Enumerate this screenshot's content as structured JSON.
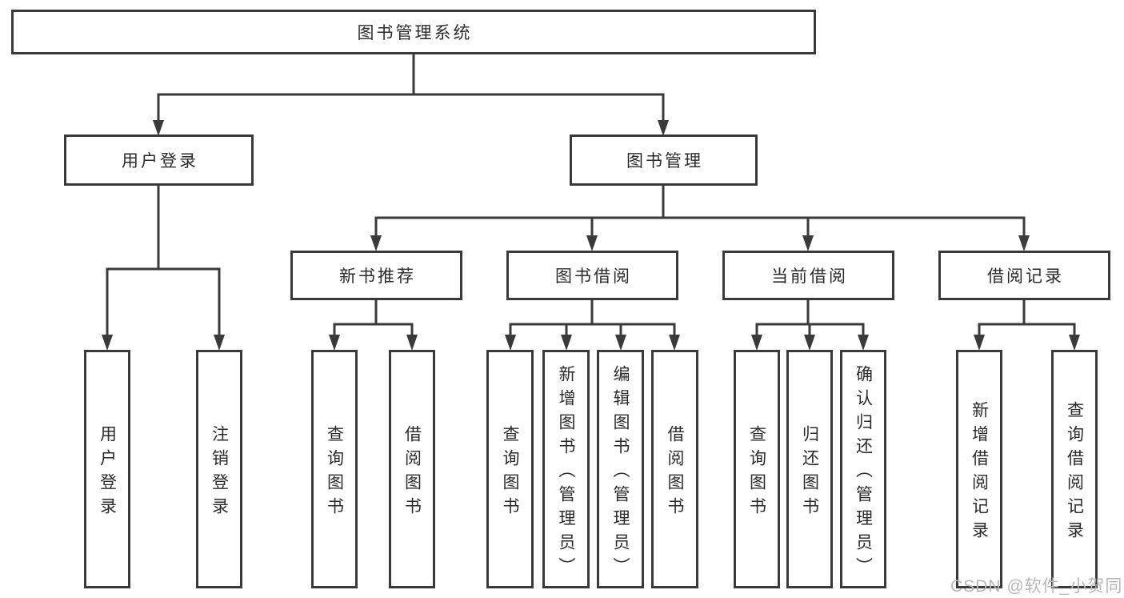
{
  "diagram": {
    "root": {
      "label": "图书管理系统"
    },
    "branches": [
      {
        "label": "用户登录",
        "children": [
          {
            "label": "用户登录"
          },
          {
            "label": "注销登录"
          }
        ]
      },
      {
        "label": "图书管理",
        "children": [
          {
            "label": "新书推荐",
            "children": [
              {
                "label": "查询图书"
              },
              {
                "label": "借阅图书"
              }
            ]
          },
          {
            "label": "图书借阅",
            "children": [
              {
                "label": "查询图书"
              },
              {
                "label": "新增图书（管理员）"
              },
              {
                "label": "编辑图书（管理员）"
              },
              {
                "label": "借阅图书"
              }
            ]
          },
          {
            "label": "当前借阅",
            "children": [
              {
                "label": "查询图书"
              },
              {
                "label": "归还图书"
              },
              {
                "label": "确认归还（管理员）"
              }
            ]
          },
          {
            "label": "借阅记录",
            "children": [
              {
                "label": "新增借阅记录"
              },
              {
                "label": "查询借阅记录"
              }
            ]
          }
        ]
      }
    ],
    "watermark": "CSDN @软件_小贺同学",
    "colors": {
      "stroke": "#3a3a3a",
      "text": "#2b2b2b",
      "watermark": "#b8b8b8",
      "background": "#ffffff"
    }
  }
}
